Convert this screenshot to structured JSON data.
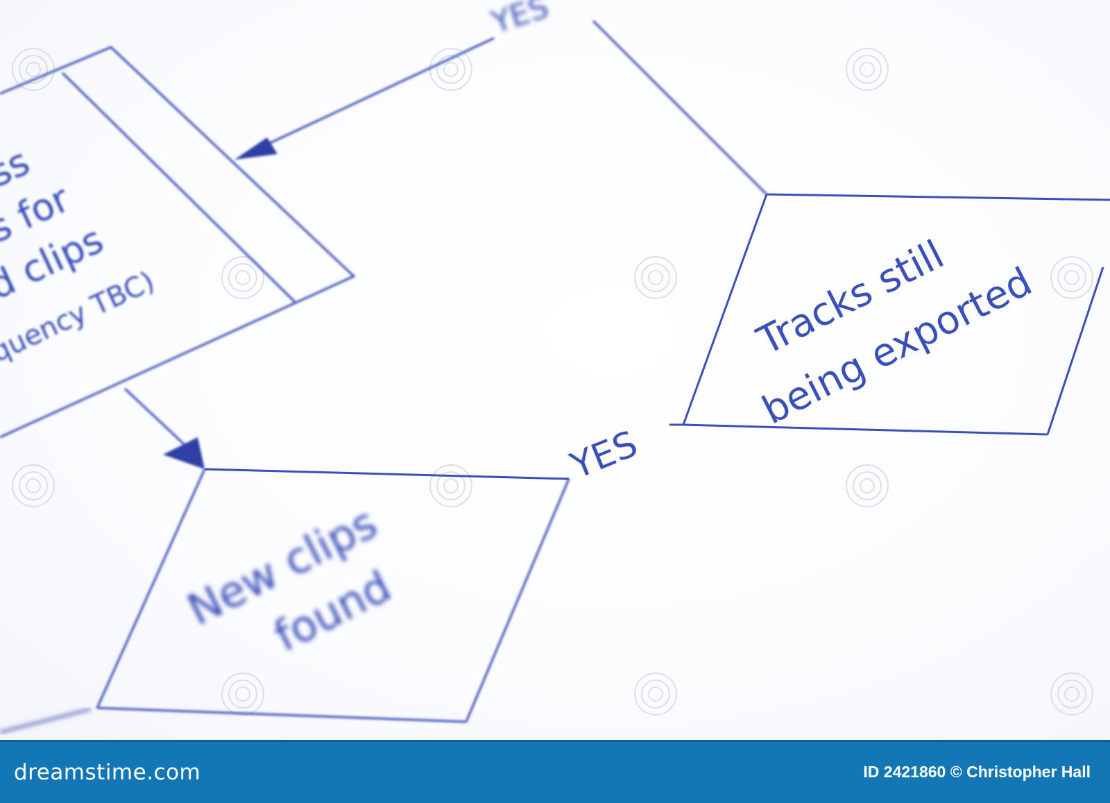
{
  "photo": {
    "box_top_left_lines": [
      "ss",
      "s for",
      "d clips",
      "quency TBC)"
    ],
    "box_top_partial_label": "YES",
    "decision_tracks": [
      "Tracks still",
      "being exported"
    ],
    "yes_label": "YES",
    "box_new_clips": [
      "New clips",
      "found"
    ],
    "ink_color": "#3a4fb8"
  },
  "footer": {
    "logo_text": "dreamstime.com",
    "credit_text": "ID 2421860 © Christopher Hall",
    "bar_color": "#1477b5"
  }
}
